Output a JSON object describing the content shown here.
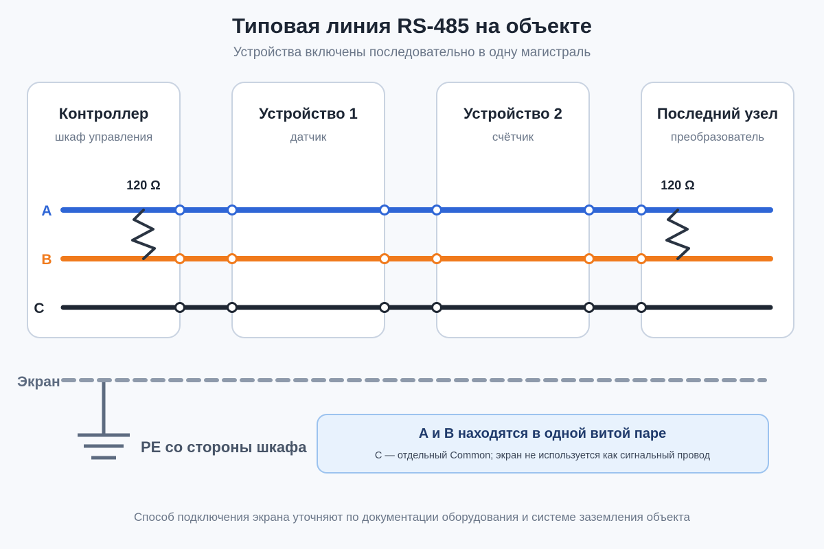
{
  "title": "Типовая линия RS-485 на объекте",
  "subtitle": "Устройства включены последовательно в одну магистраль",
  "devices": [
    {
      "name": "Контроллер",
      "type": "шкаф управления"
    },
    {
      "name": "Устройство 1",
      "type": "датчик"
    },
    {
      "name": "Устройство 2",
      "type": "счётчик"
    },
    {
      "name": "Последний узел",
      "type": "преобразователь"
    }
  ],
  "terminators": [
    {
      "label": "120 Ω"
    },
    {
      "label": "120 Ω"
    }
  ],
  "wires": [
    {
      "label": "A",
      "color": "#2f66d6"
    },
    {
      "label": "B",
      "color": "#f07a1c"
    },
    {
      "label": "C",
      "color": "#1f2733"
    }
  ],
  "screen": {
    "label": "Экран",
    "color": "#8e9aab"
  },
  "ground": {
    "label": "PE со стороны шкафа",
    "color": "#5d6b80"
  },
  "note": {
    "title": "A и B находятся в одной витой паре",
    "text": "C — отдельный Common; экран не используется как сигнальный провод"
  },
  "footer": "Способ подключения экрана уточняют по документации оборудования и системе заземления объекта"
}
